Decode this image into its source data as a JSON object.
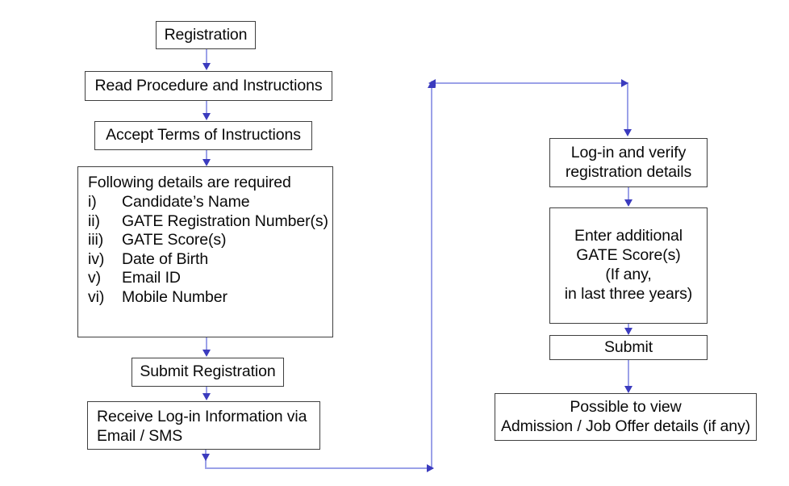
{
  "diagram": {
    "title": "Registration Process Flowchart",
    "colors": {
      "box_border": "#3f3f3f",
      "box_fill": "#ffffff",
      "connector_line": "#9ba1e8",
      "arrowhead": "#3b3bbe",
      "text": "#0a0a0a",
      "background": "#ffffff"
    },
    "left_column": {
      "registration": "Registration",
      "read_procedure": "Read Procedure and Instructions",
      "accept_terms": "Accept Terms of Instructions",
      "requirements": {
        "heading": "Following details are required",
        "items": [
          {
            "num": "i)",
            "label": "Candidate’s Name"
          },
          {
            "num": "ii)",
            "label": "GATE Registration Number(s)"
          },
          {
            "num": "iii)",
            "label": "GATE Score(s)"
          },
          {
            "num": "iv)",
            "label": "Date of Birth"
          },
          {
            "num": "v)",
            "label": "Email ID"
          },
          {
            "num": "vi)",
            "label": "Mobile Number"
          }
        ]
      },
      "submit_registration": "Submit Registration",
      "receive_login": "Receive Log-in Information via\nEmail / SMS"
    },
    "right_column": {
      "login_verify": "Log-in and verify\nregistration details",
      "enter_additional_scores": "Enter additional\nGATE Score(s)\n(If any,\nin last three years)",
      "submit": "Submit",
      "possible_to_view": "Possible to view\nAdmission / Job Offer details (if any)"
    }
  }
}
